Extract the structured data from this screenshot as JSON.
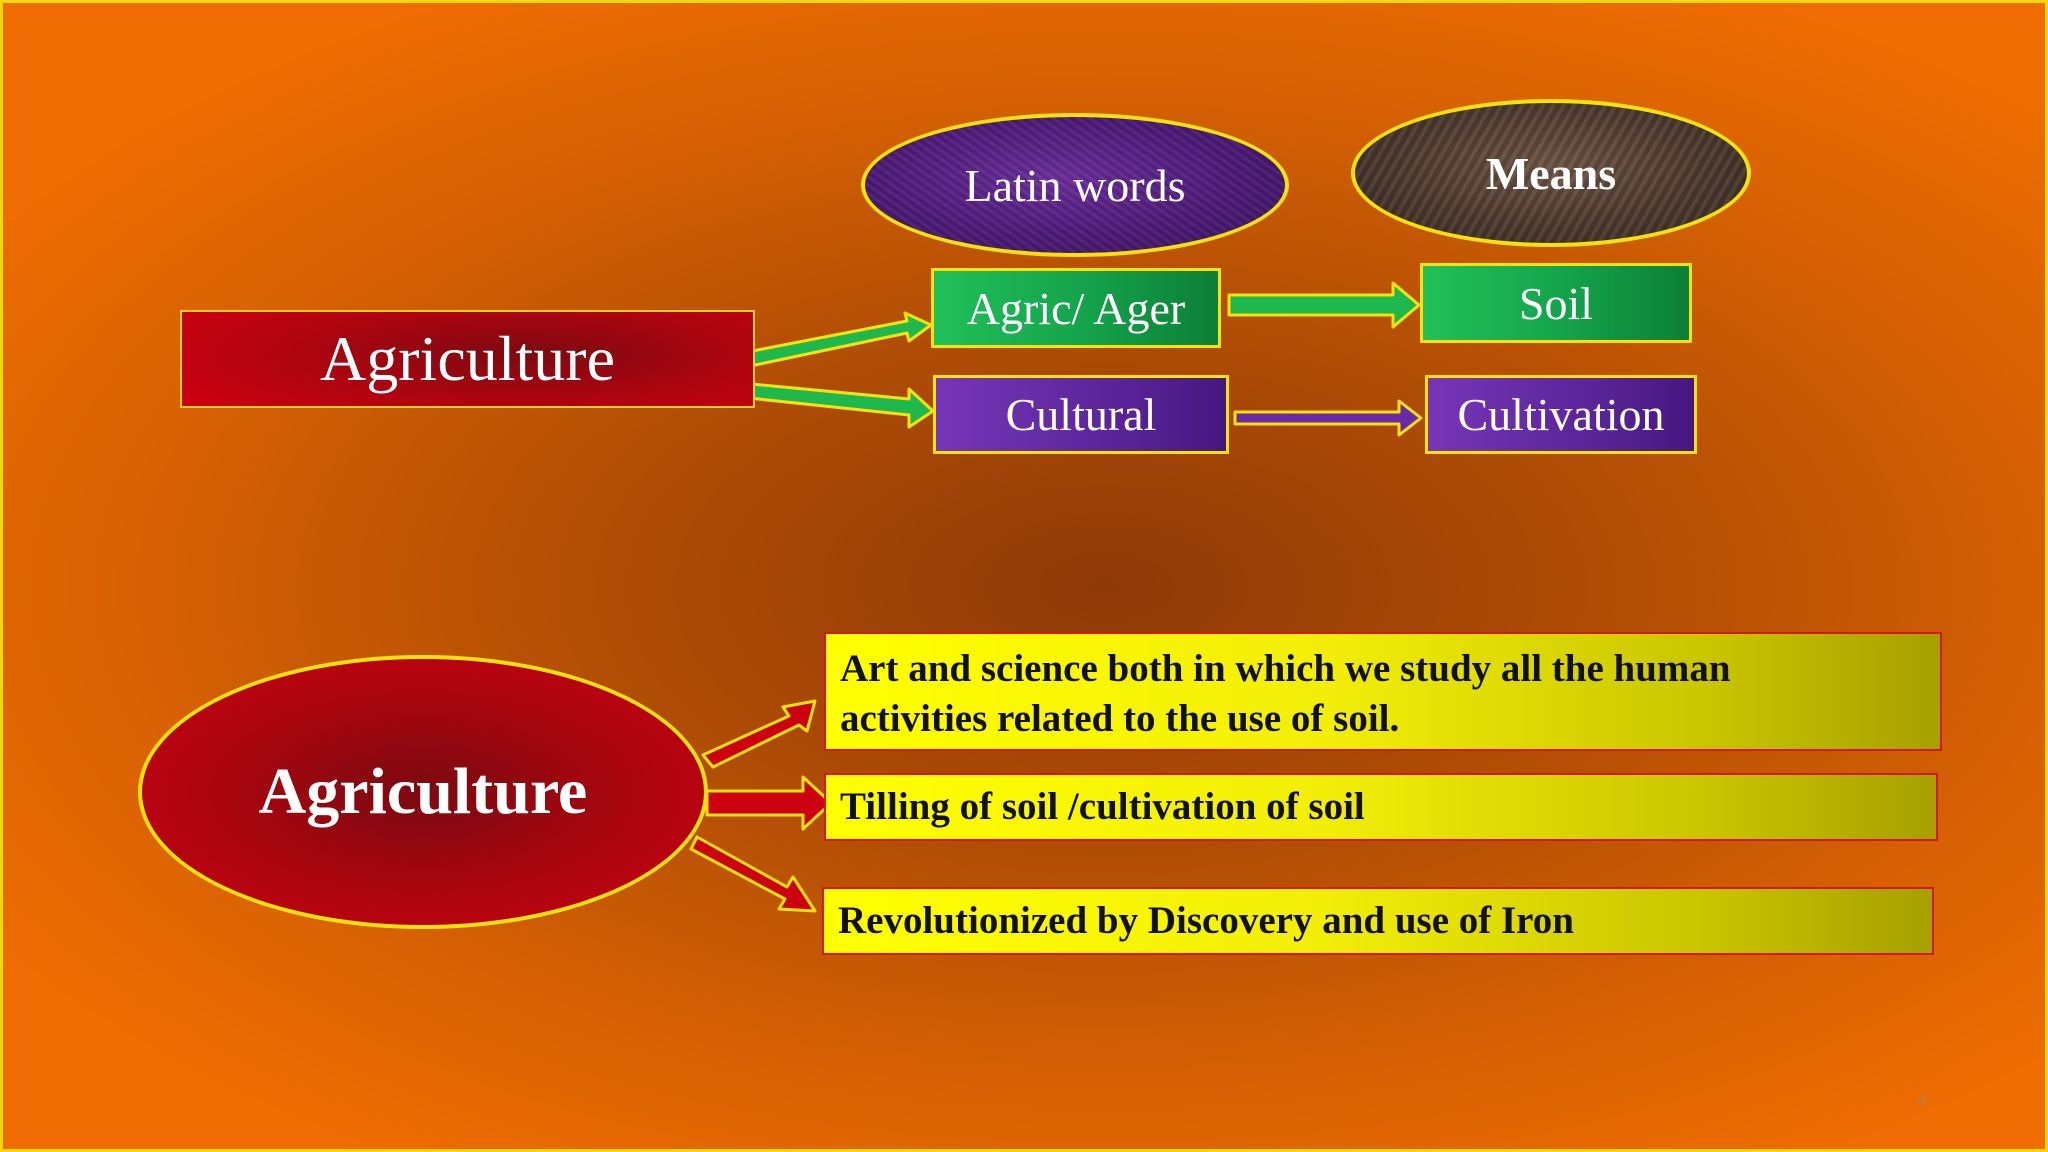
{
  "top_diagram": {
    "heading_latin": "Latin words",
    "heading_means": "Means",
    "root": "Agriculture",
    "pairs": [
      {
        "latin": "Agric/ Ager",
        "meaning": "Soil"
      },
      {
        "latin": "Cultural",
        "meaning": "Cultivation"
      }
    ]
  },
  "bottom_diagram": {
    "root": "Agriculture",
    "definitions": [
      {
        "lines": [
          "Art and science both in which we study all the human",
          "activities related to the use of soil."
        ]
      },
      {
        "lines": [
          "Tilling of soil /cultivation of soil"
        ]
      },
      {
        "lines": [
          "Revolutionized by Discovery and use of Iron"
        ]
      }
    ]
  },
  "slide_number": "4",
  "colors": {
    "border_yellow": "#f5e30a",
    "arrow_green": "#1fb84e",
    "arrow_purple": "#6a2aa8",
    "arrow_red": "#cc0010",
    "text_dark": "#111111"
  }
}
